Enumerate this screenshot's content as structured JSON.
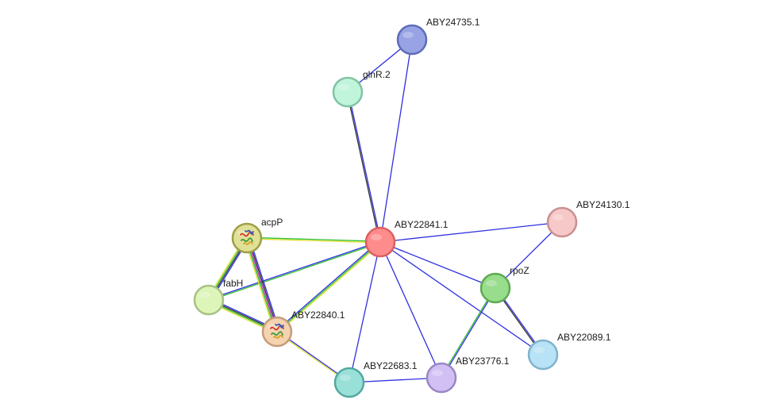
{
  "nodes": [
    {
      "id": "ABY22841.1",
      "label": "ABY22841.1",
      "fill": "#ff8c8c",
      "stroke": "#d96060",
      "structure": false
    },
    {
      "id": "ABY24735.1",
      "label": "ABY24735.1",
      "fill": "#98a3e6",
      "stroke": "#5e6cb8",
      "structure": false
    },
    {
      "id": "glnR.2",
      "label": "glnR.2",
      "fill": "#c0f5dc",
      "stroke": "#80c4a2",
      "structure": false
    },
    {
      "id": "ABY24130.1",
      "label": "ABY24130.1",
      "fill": "#f7c8c8",
      "stroke": "#c99090",
      "structure": false
    },
    {
      "id": "acpP",
      "label": "acpP",
      "fill": "#e0e096",
      "stroke": "#9e9e48",
      "structure": true
    },
    {
      "id": "fabH",
      "label": "fabH",
      "fill": "#ddf5b8",
      "stroke": "#a8c284",
      "structure": false
    },
    {
      "id": "ABY22840.1",
      "label": "ABY22840.1",
      "fill": "#f5d2b0",
      "stroke": "#c49c7a",
      "structure": true
    },
    {
      "id": "rpoZ",
      "label": "rpoZ",
      "fill": "#98dd8c",
      "stroke": "#5ea952",
      "structure": false
    },
    {
      "id": "ABY22089.1",
      "label": "ABY22089.1",
      "fill": "#b8e2f5",
      "stroke": "#80b2cc",
      "structure": false
    },
    {
      "id": "ABY22683.1",
      "label": "ABY22683.1",
      "fill": "#98e0d8",
      "stroke": "#52a89e",
      "structure": false
    },
    {
      "id": "ABY23776.1",
      "label": "ABY23776.1",
      "fill": "#d2c0f5",
      "stroke": "#9a86c4",
      "structure": false
    }
  ],
  "edges": [
    {
      "source": "ABY24735.1",
      "target": "glnR.2",
      "colors": [
        "#3030e0"
      ]
    },
    {
      "source": "ABY24735.1",
      "target": "ABY22841.1",
      "colors": [
        "#3030e0"
      ]
    },
    {
      "source": "glnR.2",
      "target": "ABY22841.1",
      "colors": [
        "#3030e0",
        "#303030"
      ]
    },
    {
      "source": "ABY22841.1",
      "target": "ABY24130.1",
      "colors": [
        "#3030e0"
      ]
    },
    {
      "source": "ABY24130.1",
      "target": "rpoZ",
      "colors": [
        "#3030e0"
      ]
    },
    {
      "source": "ABY22841.1",
      "target": "rpoZ",
      "colors": [
        "#3030e0"
      ]
    },
    {
      "source": "ABY22841.1",
      "target": "ABY22089.1",
      "colors": [
        "#3030e0"
      ]
    },
    {
      "source": "rpoZ",
      "target": "ABY22089.1",
      "colors": [
        "#3030e0",
        "#303030"
      ]
    },
    {
      "source": "rpoZ",
      "target": "ABY23776.1",
      "colors": [
        "#3030e0",
        "#30c030"
      ]
    },
    {
      "source": "ABY22841.1",
      "target": "ABY23776.1",
      "colors": [
        "#3030e0"
      ]
    },
    {
      "source": "ABY22841.1",
      "target": "ABY22683.1",
      "colors": [
        "#3030e0"
      ]
    },
    {
      "source": "ABY22683.1",
      "target": "ABY23776.1",
      "colors": [
        "#3030e0"
      ]
    },
    {
      "source": "ABY22840.1",
      "target": "ABY22683.1",
      "colors": [
        "#3030e0",
        "#e0e030"
      ]
    },
    {
      "source": "acpP",
      "target": "ABY22841.1",
      "colors": [
        "#30c030",
        "#e0e030"
      ]
    },
    {
      "source": "fabH",
      "target": "ABY22841.1",
      "colors": [
        "#3030e0",
        "#30c030"
      ]
    },
    {
      "source": "ABY22840.1",
      "target": "ABY22841.1",
      "colors": [
        "#3030e0",
        "#30c030",
        "#e0e030"
      ]
    },
    {
      "source": "acpP",
      "target": "fabH",
      "colors": [
        "#3030e0",
        "#303030",
        "#30c030",
        "#e0e030"
      ]
    },
    {
      "source": "acpP",
      "target": "ABY22840.1",
      "colors": [
        "#3030e0",
        "#303030",
        "#c030c0",
        "#30c030",
        "#e0e030"
      ]
    },
    {
      "source": "fabH",
      "target": "ABY22840.1",
      "colors": [
        "#3030e0",
        "#303030",
        "#30c030",
        "#e0e030"
      ]
    }
  ]
}
